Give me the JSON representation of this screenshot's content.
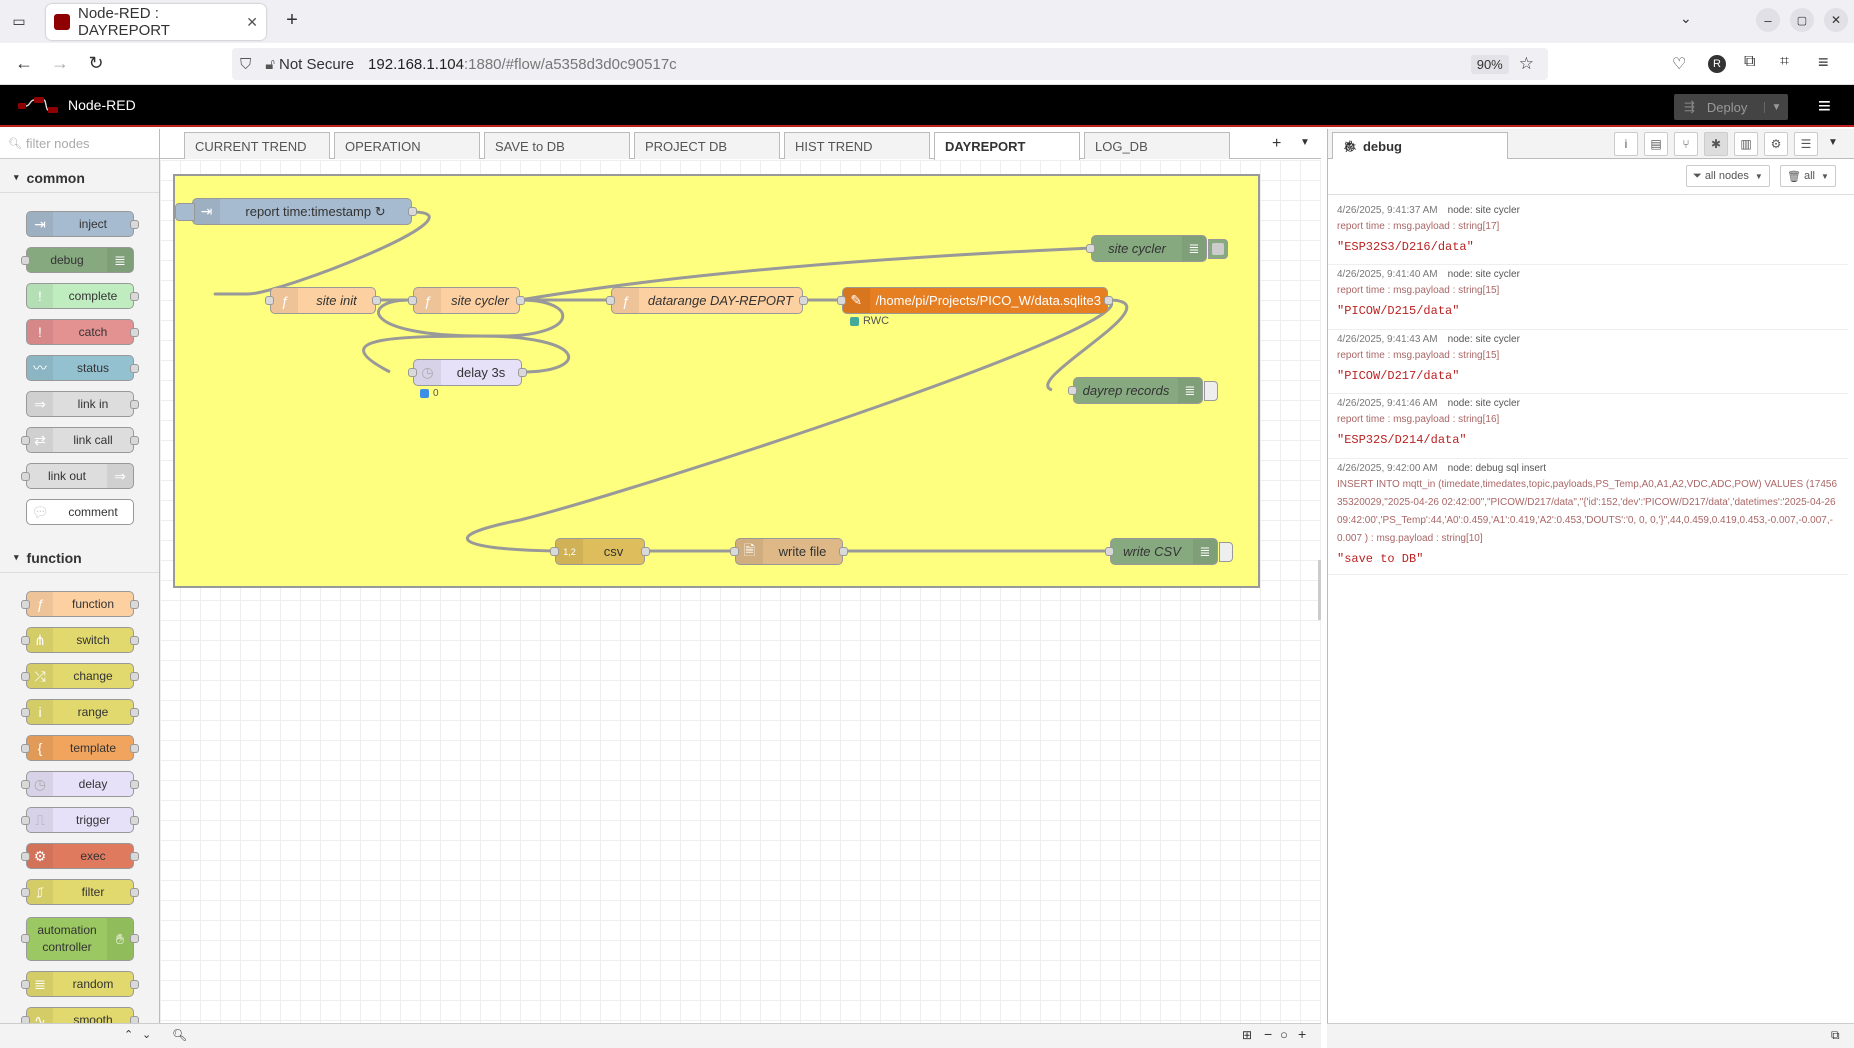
{
  "browser": {
    "tab_title": "Node-RED : DAYREPORT",
    "new_tab_icon": "+",
    "url_security": "Not Secure",
    "url_host": "192.168.1.104",
    "url_rest": ":1880/#flow/a5358d3d0c90517c",
    "zoom": "90%"
  },
  "app": {
    "title": "Node-RED",
    "deploy_label": "Deploy"
  },
  "palette": {
    "filter_placeholder": "filter nodes",
    "categories": [
      {
        "label": "common",
        "nodes": [
          "inject",
          "debug",
          "complete",
          "catch",
          "status",
          "link in",
          "link call",
          "link out",
          "comment"
        ]
      },
      {
        "label": "function",
        "nodes": [
          "function",
          "switch",
          "change",
          "range",
          "template",
          "delay",
          "trigger",
          "exec",
          "filter",
          "automation controller",
          "random",
          "smooth"
        ]
      }
    ]
  },
  "workspace": {
    "tabs": [
      "CURRENT TREND",
      "OPERATION",
      "SAVE to DB",
      "PROJECT DB",
      "HIST TREND",
      "DAYREPORT",
      "LOG_DB"
    ],
    "active_tab": "DAYREPORT",
    "nodes": {
      "inject": "report time:timestamp ↻",
      "site_init": "site init",
      "site_cycler": "site cycler",
      "datarange": "datarange DAY-REPORT",
      "sqlite": "/home/pi/Projects/PICO_W/data.sqlite3",
      "sqlite_status": "RWC",
      "delay": "delay 3s",
      "delay_status": "0",
      "debug_site_cycler": "site cycler",
      "debug_dayrep": "dayrep records",
      "csv": "csv",
      "write_file": "write file",
      "debug_write_csv": "write CSV"
    }
  },
  "sidebar": {
    "tab_label": "debug",
    "filter_nodes": "all nodes",
    "filter_clear": "all",
    "messages": [
      {
        "time": "4/26/2025, 9:41:37 AM",
        "node": "node: site cycler",
        "topic": "report time : msg.payload : string[17]",
        "value": "\"ESP32S3/D216/data\""
      },
      {
        "time": "4/26/2025, 9:41:40 AM",
        "node": "node: site cycler",
        "topic": "report time : msg.payload : string[15]",
        "value": "\"PICOW/D215/data\""
      },
      {
        "time": "4/26/2025, 9:41:43 AM",
        "node": "node: site cycler",
        "topic": "report time : msg.payload : string[15]",
        "value": "\"PICOW/D217/data\""
      },
      {
        "time": "4/26/2025, 9:41:46 AM",
        "node": "node: site cycler",
        "topic": "report time : msg.payload : string[16]",
        "value": "\"ESP32S/D214/data\""
      },
      {
        "time": "4/26/2025, 9:42:00 AM",
        "node": "node: debug sql insert",
        "topic": "INSERT INTO mqtt_in (timedate,timedates,topic,payloads,PS_Temp,A0,A1,A2,VDC,ADC,POW) VALUES (1745635320029,\"2025-04-26 02:42:00\",\"PICOW/D217/data\",\"{'id':152,'dev':'PICOW/D217/data','datetimes':'2025-04-26 09:42:00','PS_Temp':44,'A0':0.459,'A1':0.419,'A2':0.453,'DOUTS':'0, 0, 0,'}\",44,0.459,0.419,0.453,-0.007,-0.007,-0.007 ) : msg.payload : string[10]",
        "value": "\"save to DB\""
      }
    ]
  },
  "colors": {
    "header_bg": "#000000",
    "group_bg": "#ffff7f",
    "inject": "#a6bbcf",
    "debug": "#87a980",
    "function": "#fdd0a2",
    "sqlite": "#e67e22",
    "delay": "#e6e0f8",
    "csv": "#debd5c",
    "file": "#deb887"
  }
}
